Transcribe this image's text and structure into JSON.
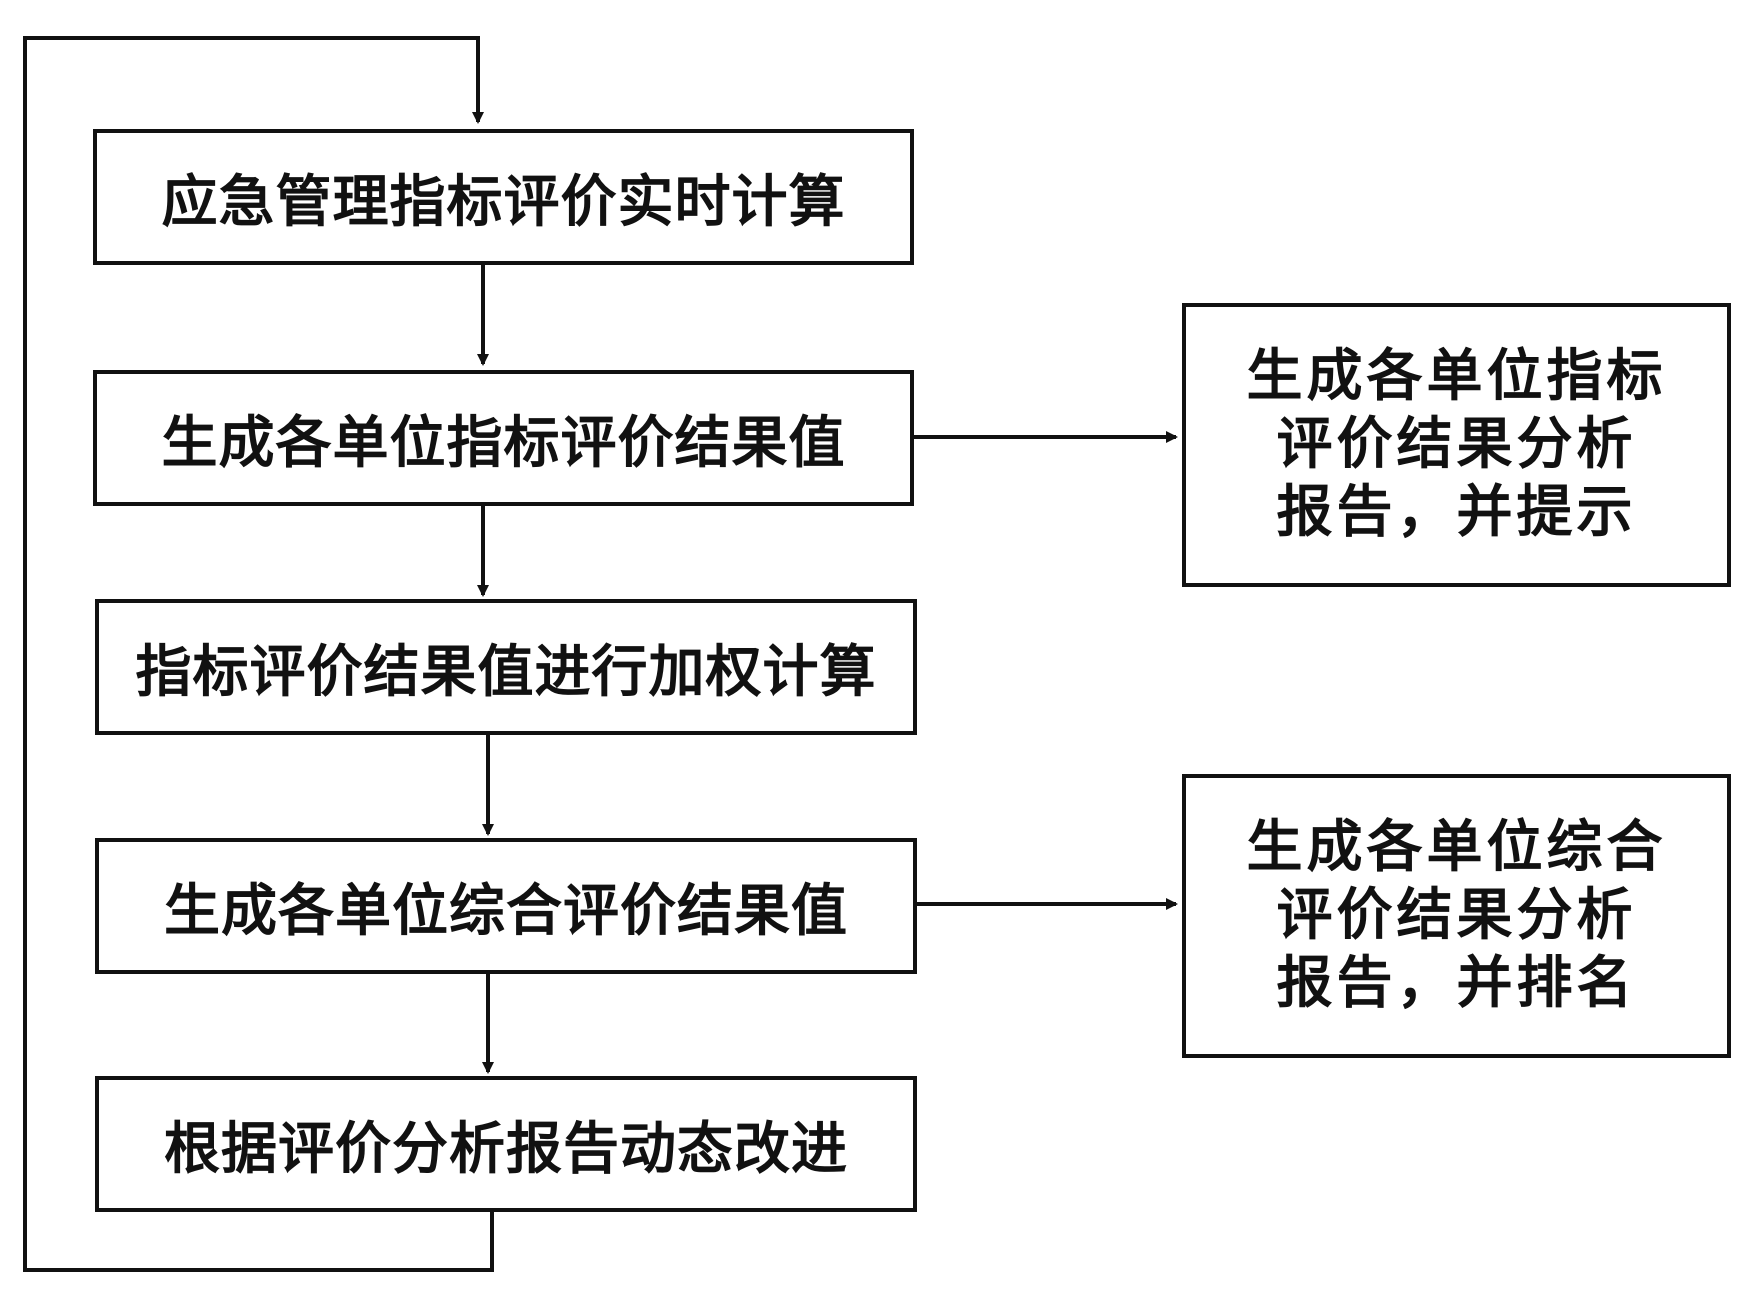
{
  "flow": {
    "steps": [
      {
        "label": "应急管理指标评价实时计算"
      },
      {
        "label": "生成各单位指标评价结果值"
      },
      {
        "label": "指标评价结果值进行加权计算"
      },
      {
        "label": "生成各单位综合评价结果值"
      },
      {
        "label": "根据评价分析报告动态改进"
      }
    ],
    "outputs": [
      {
        "lines": [
          "生成各单位指标",
          "评价结果分析",
          "报告，并提示"
        ]
      },
      {
        "lines": [
          "生成各单位综合",
          "评价结果分析",
          "报告，并排名"
        ]
      }
    ]
  },
  "colors": {
    "line": "#111111",
    "background": "#ffffff"
  }
}
